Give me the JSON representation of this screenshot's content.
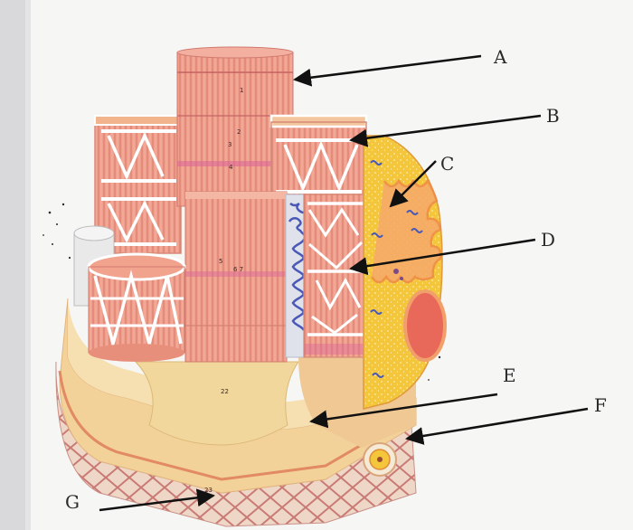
{
  "diagram": {
    "callouts": [
      {
        "id": "A",
        "label": "A"
      },
      {
        "id": "B",
        "label": "B"
      },
      {
        "id": "C",
        "label": "C"
      },
      {
        "id": "D",
        "label": "D"
      },
      {
        "id": "E",
        "label": "E"
      },
      {
        "id": "F",
        "label": "F"
      },
      {
        "id": "G",
        "label": "G"
      }
    ],
    "model_numbers": {
      "n1": "1",
      "n2": "2",
      "n3": "3",
      "n4": "4",
      "n5": "5",
      "n6": "6 7",
      "n22": "22",
      "n23": "23"
    }
  },
  "colors": {
    "background": "#d9d9dc",
    "paper": "#f5f5f3",
    "myofibril": "#eea08e",
    "myofibril_dark": "#d9776a",
    "reticulum": "#ffffff",
    "base": "#f3d49c",
    "base_dark": "#e8b97a",
    "endomysium": "#f7e3c2",
    "nucleus_zone": "#f2c43a",
    "mito": "#e96c5c",
    "blue": "#4a58b8",
    "arrow": "#111111"
  }
}
